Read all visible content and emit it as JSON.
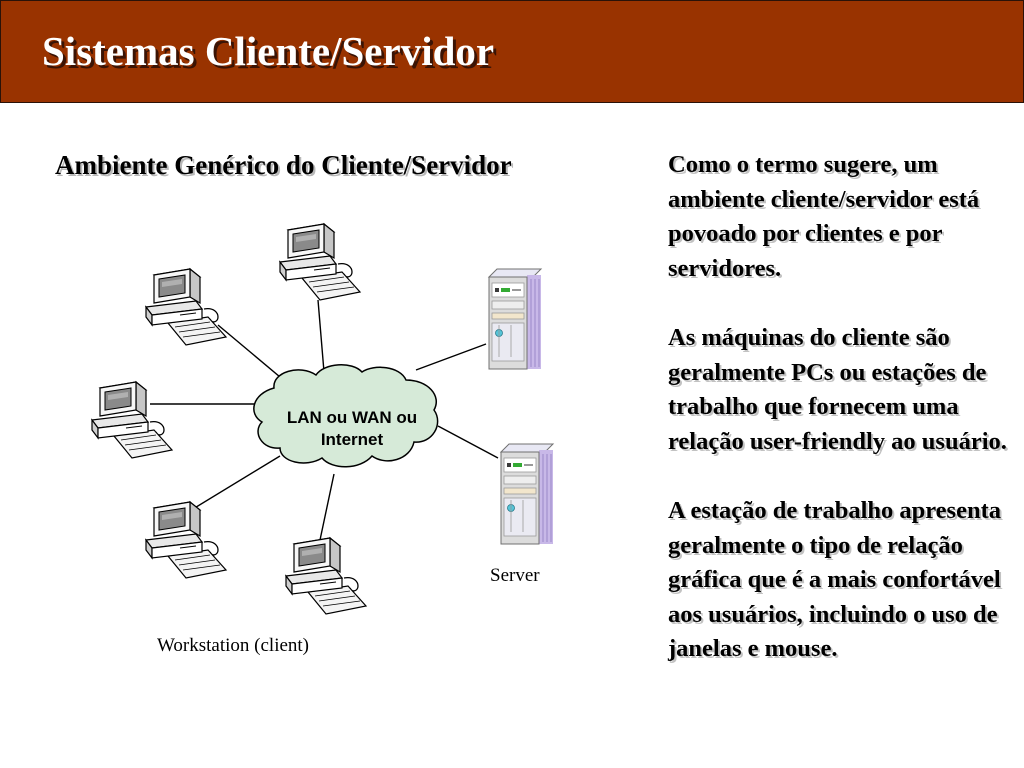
{
  "slide": {
    "title": "Sistemas Cliente/Servidor",
    "subtitle": "Ambiente Genérico do Cliente/Servidor",
    "colors": {
      "title_bar": "#993300",
      "cloud_fill": "#d6ead8",
      "server_accent": "#c8b8e8"
    }
  },
  "diagram": {
    "cloud_label_line1": "LAN ou WAN ou",
    "cloud_label_line2": "Internet",
    "server_label": "Server",
    "workstation_label": "Workstation (client)",
    "icons": {
      "client": "desktop-computer-icon",
      "server": "tower-server-icon",
      "network": "cloud-icon"
    }
  },
  "text": {
    "p1": "Como o termo sugere, um ambiente cliente/servidor está povoado por clientes e por servidores.",
    "p2": "As máquinas do cliente são geralmente PCs ou estações de trabalho que fornecem uma relação user-friendly ao usuário.",
    "p3": "A estação de trabalho apresenta geralmente o tipo de relação gráfica que é a mais confortável aos usuários, incluindo o uso de janelas e mouse."
  }
}
